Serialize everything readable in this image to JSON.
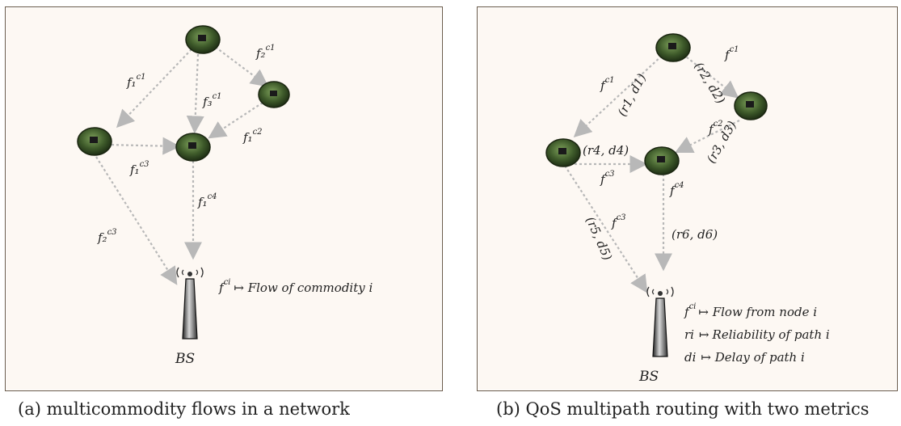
{
  "panel_a": {
    "caption": "(a) multicommodity flows in a network",
    "edge_labels": {
      "f_c1_1": "f₁",
      "f_c1_1_sup": "c1",
      "f_c1_2": "f₂",
      "f_c1_2_sup": "c1",
      "f_c1_3": "f₃",
      "f_c1_3_sup": "c1",
      "f_c2_1": "f₁",
      "f_c2_1_sup": "c2",
      "f_c3_1": "f₁",
      "f_c3_1_sup": "c3",
      "f_c3_2": "f₂",
      "f_c3_2_sup": "c3",
      "f_c4_1": "f₁",
      "f_c4_1_sup": "c4"
    },
    "legend": "f  ↦ Flow of commodity  i",
    "legend_f": "f",
    "legend_sup": "ci",
    "legend_text": "↦ Flow of commodity  i",
    "bs_label": "BS"
  },
  "panel_b": {
    "caption": "(b) QoS multipath routing with two metrics",
    "flow_labels": {
      "c1_left": "f",
      "c1_left_sup": "c1",
      "c1_right": "f",
      "c1_right_sup": "c1",
      "c2": "f",
      "c2_sup": "c2",
      "c3_mid": "f",
      "c3_mid_sup": "c3",
      "c3_low": "f",
      "c3_low_sup": "c3",
      "c4": "f",
      "c4_sup": "c4"
    },
    "path_labels": {
      "r1d1": "(r1, d1)",
      "r2d2": "(r2, d2)",
      "r3d3": "(r3, d3)",
      "r4d4": "(r4, d4)",
      "r5d5": "(r5, d5)",
      "r6d6": "(r6, d6)"
    },
    "legend": {
      "line1_f": "f",
      "line1_sup": "ci",
      "line1_text": "↦ Flow from node i",
      "line2_key": "ri",
      "line2_text": "↦",
      "line2_desc": "Reliability of path i",
      "line3_key": "di",
      "line3_text": "↦ Delay of path  i"
    },
    "bs_label": "BS"
  }
}
